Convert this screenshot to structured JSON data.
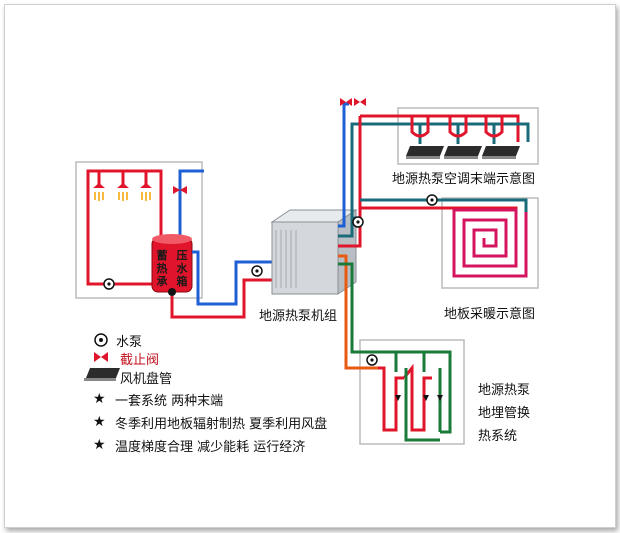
{
  "labels": {
    "fan_coil_diagram": "地源热泵空调末端示意图",
    "floor_heating_diagram": "地板采暖示意图",
    "unit": "地源热泵机组",
    "buried_pipe_line1": "地源热泵",
    "buried_pipe_line2": "地埋管换",
    "buried_pipe_line3": "热系统",
    "tank_chars": [
      "蓄",
      "压",
      "热",
      "水",
      "承",
      "箱"
    ]
  },
  "legend": {
    "pump": "水泵",
    "valve": "截止阀",
    "fan_coil": "风机盘管"
  },
  "bullets": [
    "一套系统 两种末端",
    "冬季利用地板辐射制热 夏季利用风盘",
    "温度梯度合理 减少能耗 运行经济"
  ],
  "colors": {
    "hot": "#e0142a",
    "cold": "#1f5fd6",
    "green": "#1a7a3a",
    "orange": "#e85a10",
    "frame": "#bfbfbf",
    "unit_box": "#d4d8dc"
  },
  "icons": {
    "pump": "pump-icon",
    "valve": "valve-icon",
    "fan_coil": "fan-coil-icon",
    "star": "star-icon"
  }
}
